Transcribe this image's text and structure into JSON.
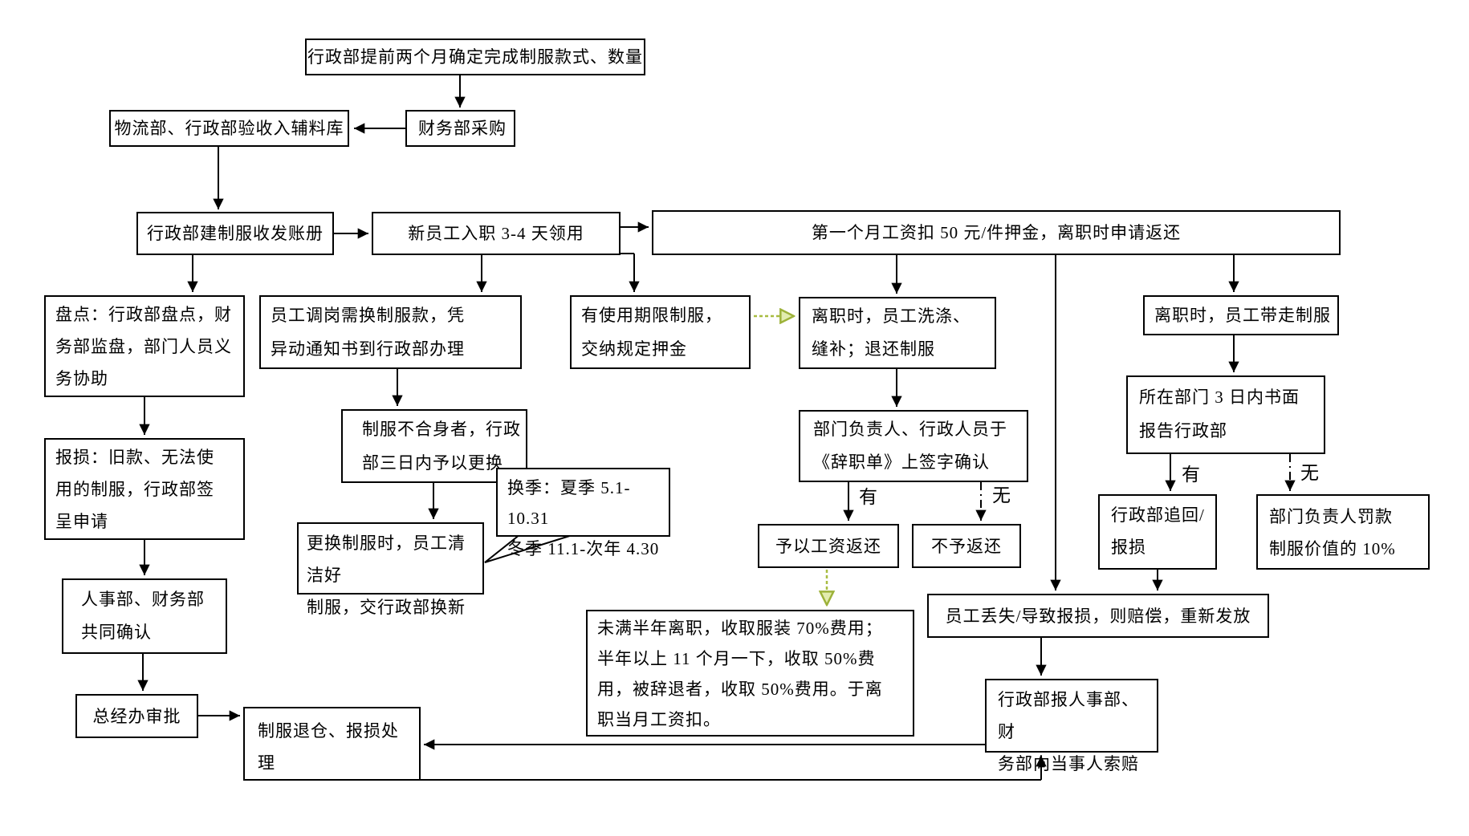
{
  "diagram": {
    "type": "flowchart",
    "language": "zh-CN",
    "colors": {
      "connector": "#000000",
      "box_border": "#000000",
      "box_fill": "#ffffff",
      "season_arrow": "#a8bc41"
    },
    "nodes": {
      "determine_style_qty": "行政部提前两个月确定完成制服款式、数量",
      "finance_purchase": "财务部采购",
      "warehouse_acceptance": "物流部、行政部验收入辅料库",
      "ledger": "行政部建制服收发账册",
      "new_employee_receive": "新员工入职 3-4 天领用",
      "salary_deposit": "第一个月工资扣 50 元/件押金，离职时申请返还",
      "inventory_check": "盘点：行政部盘点，财\n务部监盘，部门人员义\n务协助",
      "transfer_change": "员工调岗需换制服款，凭\n异动通知书到行政部办理",
      "limited_term_deposit": "有使用期限制服，\n交纳规定押金",
      "resign_wash_return": "离职时，员工洗涤、\n缝补；退还制服",
      "resign_take_away": "离职时，员工带走制服",
      "damage_report": "报损：旧款、无法使\n用的制服，行政部签\n呈申请",
      "ill_fitting_replace": "制服不合身者，行政\n部三日内予以更换",
      "signature_confirm": "部门负责人、行政人员于\n《辞职单》上签字确认",
      "dept_report_3days": "所在部门 3 日内书面\n报告行政部",
      "season_note": "换季：夏季 5.1-10.31\n冬季 11.1-次年 4.30",
      "replace_clean": "更换制服时，员工清洁好\n制服，交行政部换新",
      "refund_salary": "予以工资返还",
      "no_refund": "不予返还",
      "admin_recover": "行政部追回/\n报损",
      "manager_fine": "部门负责人罚款\n制服价值的 10%",
      "hr_finance_confirm": "人事部、财务部\n共同确认",
      "fee_rules": "未满半年离职，收取服装 70%费用；\n半年以上 11 个月一下，收取 50%费\n用，被辞退者，收取 50%费用。于离\n职当月工资扣。",
      "lost_compensate": "员工丢失/导致报损，则赔偿，重新发放",
      "gm_approval": "总经办审批",
      "uniform_return_process": "制服退仓、报损处理",
      "claim_compensation": "行政部报人事部、财\n务部向当事人索赔"
    },
    "branch_labels": {
      "sign_has": "有",
      "sign_none": "无",
      "report_has": "有",
      "report_none": "无"
    }
  }
}
